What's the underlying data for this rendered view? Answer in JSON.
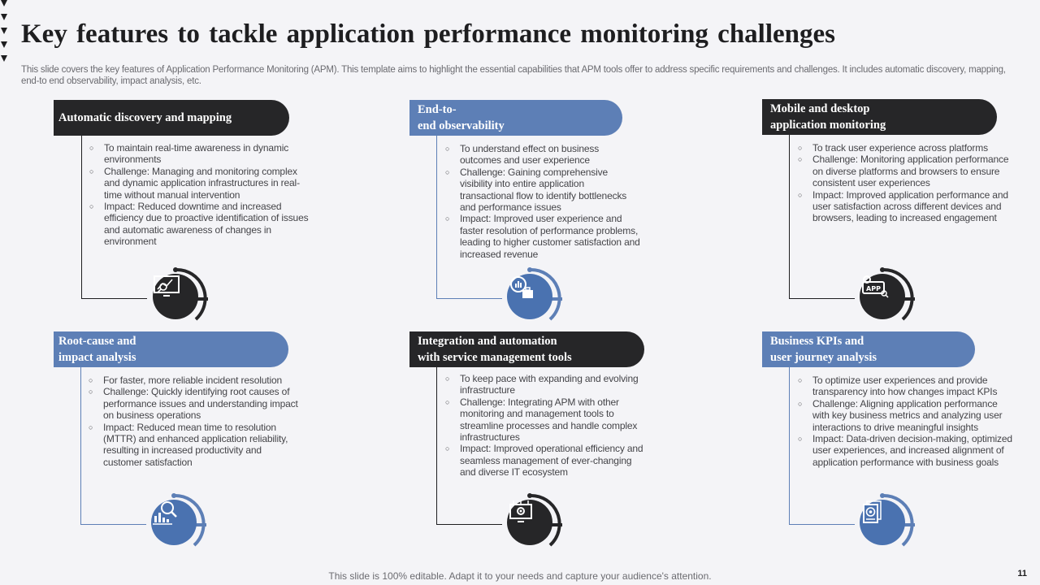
{
  "title": "Key features to tackle application performance monitoring challenges",
  "subtitle": "This slide covers the key features of Application Performance Monitoring (APM).  This template aims to highlight the essential capabilities that APM tools offer to address specific requirements and challenges. It includes automatic discovery, mapping, end-to end observability, impact analysis, etc.",
  "colors": {
    "dark": "#262628",
    "blue": "#5d7fb6",
    "icon_blue": "#4a72b0",
    "background": "#f4f4f7"
  },
  "cards": [
    {
      "heading": "Automatic  discovery  and  mapping",
      "icon": "monitor-analytics-icon",
      "bullets": [
        "To maintain real-time awareness in dynamic environments",
        "Challenge: Managing and monitoring complex and dynamic application infrastructures in real-time without manual intervention",
        "Impact: Reduced downtime and increased efficiency due to proactive identification of issues and automatic awareness of changes in environment"
      ]
    },
    {
      "heading": "End-to-\nend observability",
      "icon": "briefcase-chart-icon",
      "bullets": [
        "To understand effect on business outcomes and user experience",
        "Challenge: Gaining comprehensive visibility into entire application transactional flow to identify bottlenecks and performance issues",
        "Impact: Improved user experience and faster resolution of performance problems, leading to higher customer satisfaction and increased revenue"
      ]
    },
    {
      "heading": "Mobile and desktop\napplication  monitoring",
      "icon": "app-gear-icon",
      "bullets": [
        "To track user experience across platforms",
        "Challenge: Monitoring application performance on diverse platforms and browsers to ensure consistent user experiences",
        "Impact: Improved application performance and user satisfaction across different devices and browsers, leading to increased engagement"
      ]
    },
    {
      "heading": "Root-cause and\nimpact  analysis",
      "icon": "magnifier-chart-icon",
      "bullets": [
        "For faster, more reliable incident resolution",
        "Challenge: Quickly identifying root causes of performance issues and understanding impact on business operations",
        "Impact: Reduced mean time to resolution (MTTR)  and enhanced application reliability, resulting in increased productivity and customer satisfaction"
      ]
    },
    {
      "heading": "Integration  and  automation\nwith  service management  tools",
      "icon": "monitor-gear-icon",
      "bullets": [
        "To keep pace with expanding and evolving infrastructure",
        "Challenge: Integrating APM with other monitoring and management tools to streamline processes and handle complex infrastructures",
        "Impact: Improved operational efficiency and seamless management of ever-changing and diverse IT ecosystem"
      ]
    },
    {
      "heading": "Business KPIs and\nuser journey  analysis",
      "icon": "document-target-icon",
      "bullets": [
        "To optimize user experiences and provide transparency into how changes impact KPIs",
        "Challenge: Aligning application performance with key business metrics and analyzing user interactions to drive meaningful insights",
        "Impact: Data-driven decision-making, optimized user experiences, and increased alignment of application performance with business goals"
      ]
    }
  ],
  "footer": "This slide is 100% editable. Adapt it to your needs and capture your audience's attention.",
  "page_number": "11"
}
